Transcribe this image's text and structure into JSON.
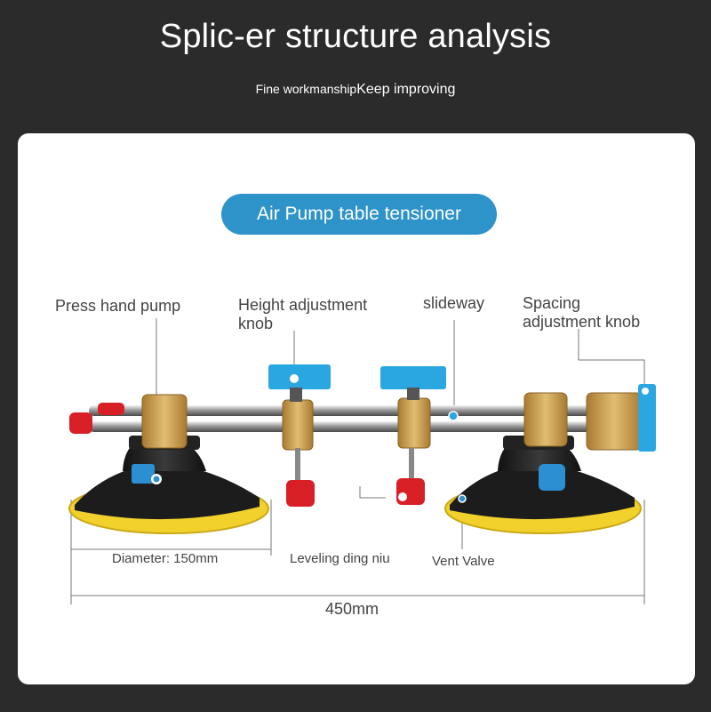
{
  "header": {
    "title": "Splic-er structure analysis",
    "subtitle_part1": "Fine workmanship",
    "subtitle_part2": "Keep improving"
  },
  "card": {
    "badge": "Air Pump table tensioner",
    "labels": {
      "press_hand_pump": "Press hand pump",
      "height_adjustment_knob_line1": "Height adjustment",
      "height_adjustment_knob_line2": "knob",
      "slideway": "slideway",
      "spacing_adjustment_knob_line1": "Spacing",
      "spacing_adjustment_knob_line2": "adjustment knob",
      "diameter": "Diameter: 150mm",
      "leveling": "Leveling ding niu",
      "vent_valve": "Vent Valve",
      "total_length": "450mm"
    }
  },
  "colors": {
    "background": "#2b2b2b",
    "accent_blue": "#2d93c8",
    "brass": "#c49a4c",
    "cup_yellow": "#f2d12c",
    "cap_red": "#d91f26",
    "knob_blue": "#2aa6e0"
  }
}
